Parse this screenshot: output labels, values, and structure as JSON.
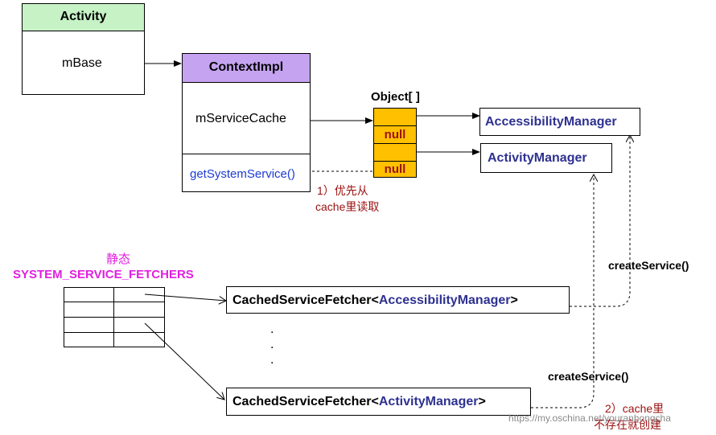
{
  "activity": {
    "title": "Activity",
    "field": "mBase",
    "header_color": "#c6f2c6"
  },
  "context_impl": {
    "title": "ContextImpl",
    "field": "mServiceCache",
    "method": "getSystemService()",
    "header_color": "#c5a3f0",
    "method_color": "#1c3bd4"
  },
  "object_array": {
    "label": "Object[ ]",
    "cells": [
      "",
      "null",
      "",
      "null"
    ],
    "fill_color": "#ffc000",
    "text_color": "#9b1010"
  },
  "managers": {
    "accessibility": "AccessibilityManager",
    "activity": "ActivityManager",
    "color": "#2e3190"
  },
  "notes": {
    "step1": [
      "1）优先从",
      "cache里读取"
    ],
    "step2": [
      "2）cache里",
      "不存在就创建"
    ],
    "color": "#9b1010"
  },
  "static_label": {
    "line1": "静态",
    "line2": "SYSTEM_SERVICE_FETCHERS",
    "color": "#e01fe0"
  },
  "fetchers": [
    {
      "prefix": "CachedServiceFetcher<",
      "type": "AccessibilityManager",
      "suffix": ">"
    },
    {
      "prefix": "CachedServiceFetcher<",
      "type": "ActivityManager",
      "suffix": ">"
    }
  ],
  "ellipsis": ".\n.\n.",
  "create_service": [
    "createService()",
    "createService()"
  ],
  "watermark": "https://my.oschina.net/youranhongcha"
}
